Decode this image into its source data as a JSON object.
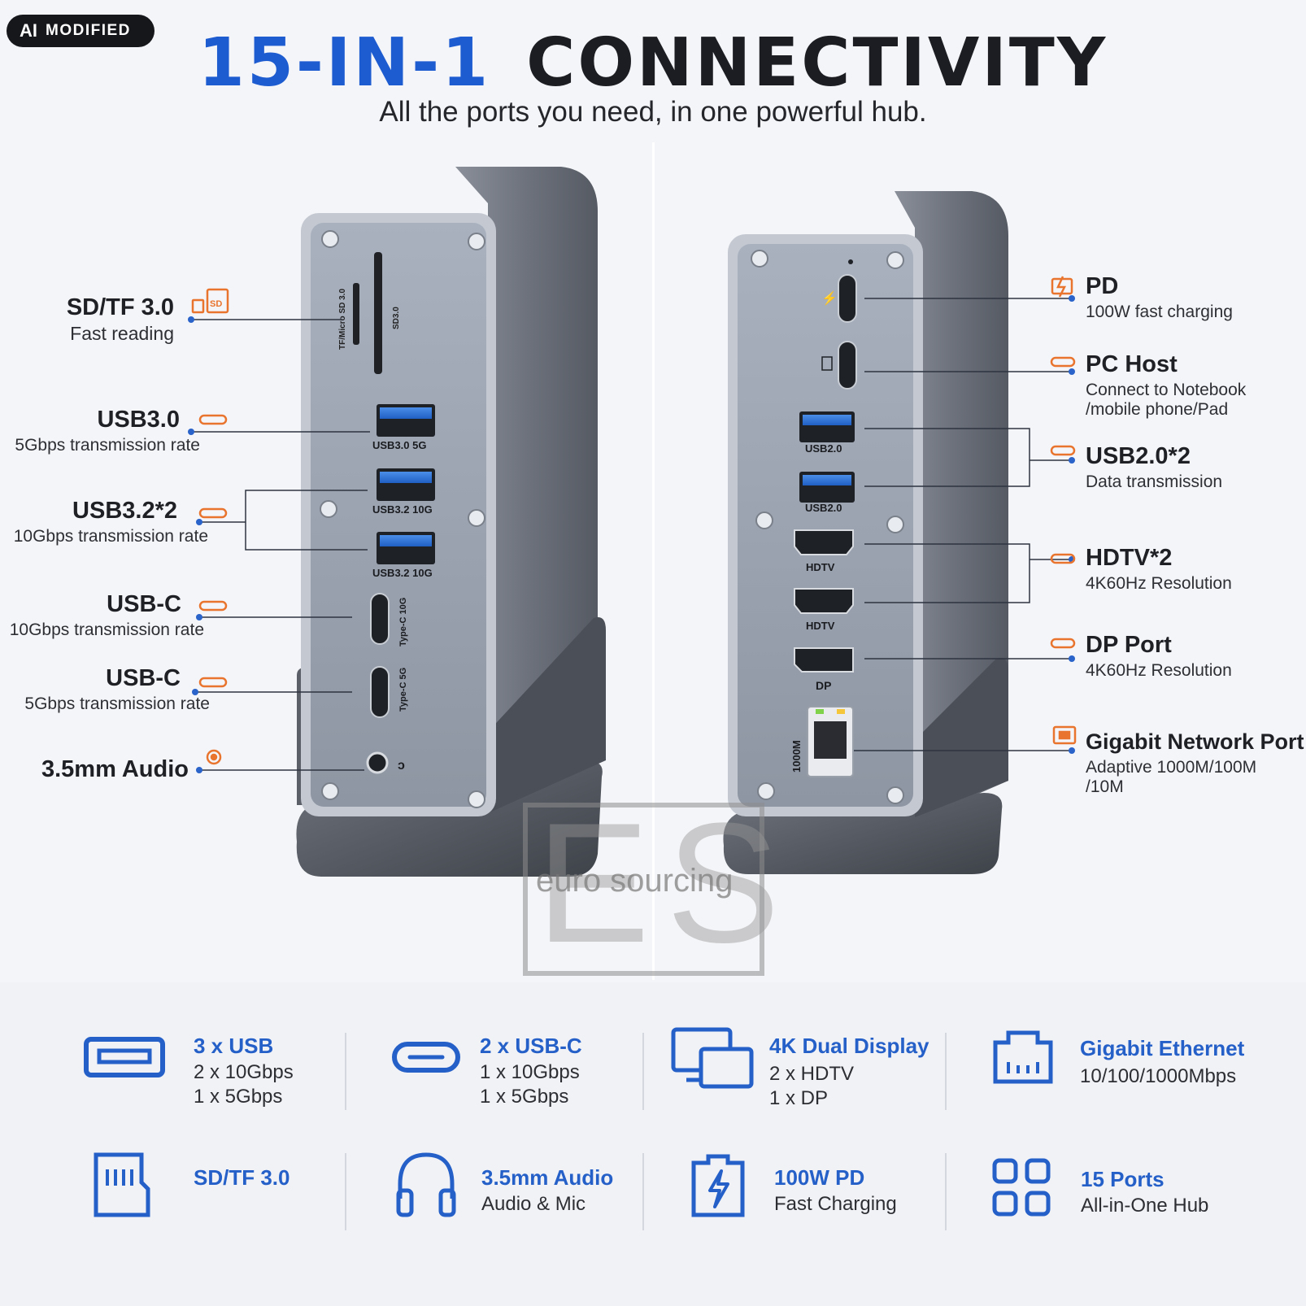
{
  "badge": {
    "ai": "AI",
    "modified": "MODIFIED"
  },
  "header": {
    "title_blue": "15-IN-1",
    "title_black": "CONNECTIVITY",
    "subtitle": "All the ports you need, in one powerful hub."
  },
  "left_labels": [
    {
      "title": "SD/TF 3.0",
      "sub": "Fast reading"
    },
    {
      "title": "USB3.0",
      "sub": "5Gbps transmission rate"
    },
    {
      "title": "USB3.2*2",
      "sub": "10Gbps transmission rate"
    },
    {
      "title": "USB-C",
      "sub": "10Gbps transmission rate"
    },
    {
      "title": "USB-C",
      "sub": "5Gbps transmission rate"
    },
    {
      "title": "3.5mm Audio",
      "sub": ""
    }
  ],
  "right_labels": [
    {
      "title": "PD",
      "sub": "100W fast charging"
    },
    {
      "title": "PC Host",
      "sub": "Connect to Notebook",
      "sub2": "/mobile phone/Pad"
    },
    {
      "title": "USB2.0*2",
      "sub": "Data transmission"
    },
    {
      "title": "HDTV*2",
      "sub": "4K60Hz Resolution"
    },
    {
      "title": "DP Port",
      "sub": "4K60Hz Resolution"
    },
    {
      "title": "Gigabit Network Port",
      "sub": "Adaptive 1000M/100M",
      "sub2": "/10M"
    }
  ],
  "device_left": {
    "sd_label_1": "TF/Micro SD 3.0",
    "sd_label_2": "SD3.0",
    "usb1": "USB3.0  5G",
    "usb2": "USB3.2  10G",
    "usb3": "USB3.2  10G",
    "typec1": "Type-C 10G",
    "typec2": "Type-C 5G"
  },
  "device_right": {
    "usb1": "USB2.0",
    "usb2": "USB2.0",
    "hdtv1": "HDTV",
    "hdtv2": "HDTV",
    "dp": "DP",
    "lan": "1000M"
  },
  "watermark": {
    "text": "euro sourcing",
    "letters": "ES"
  },
  "features_row1": [
    {
      "title": "3 x USB",
      "l1": "2 x 10Gbps",
      "l2": "1 x 5Gbps",
      "icon": "usb-a-icon"
    },
    {
      "title": "2 x USB-C",
      "l1": "1 x 10Gbps",
      "l2": "1 x 5Gbps",
      "icon": "usb-c-icon"
    },
    {
      "title": "4K Dual Display",
      "l1": "2 x HDTV",
      "l2": "1 x DP",
      "icon": "dual-monitor-icon"
    },
    {
      "title": "Gigabit Ethernet",
      "l1": "10/100/1000Mbps",
      "l2": "",
      "icon": "ethernet-icon"
    }
  ],
  "features_row2": [
    {
      "title": "SD/TF 3.0",
      "l1": "",
      "icon": "sd-card-icon"
    },
    {
      "title": "3.5mm Audio",
      "l1": "Audio & Mic",
      "icon": "headphones-icon"
    },
    {
      "title": "100W PD",
      "l1": "Fast Charging",
      "icon": "battery-bolt-icon"
    },
    {
      "title": "15 Ports",
      "l1": "All-in-One Hub",
      "icon": "grid-icon"
    }
  ],
  "colors": {
    "blue": "#1d5bd1",
    "orange": "#e8742e",
    "connector": "#2a63c9"
  }
}
